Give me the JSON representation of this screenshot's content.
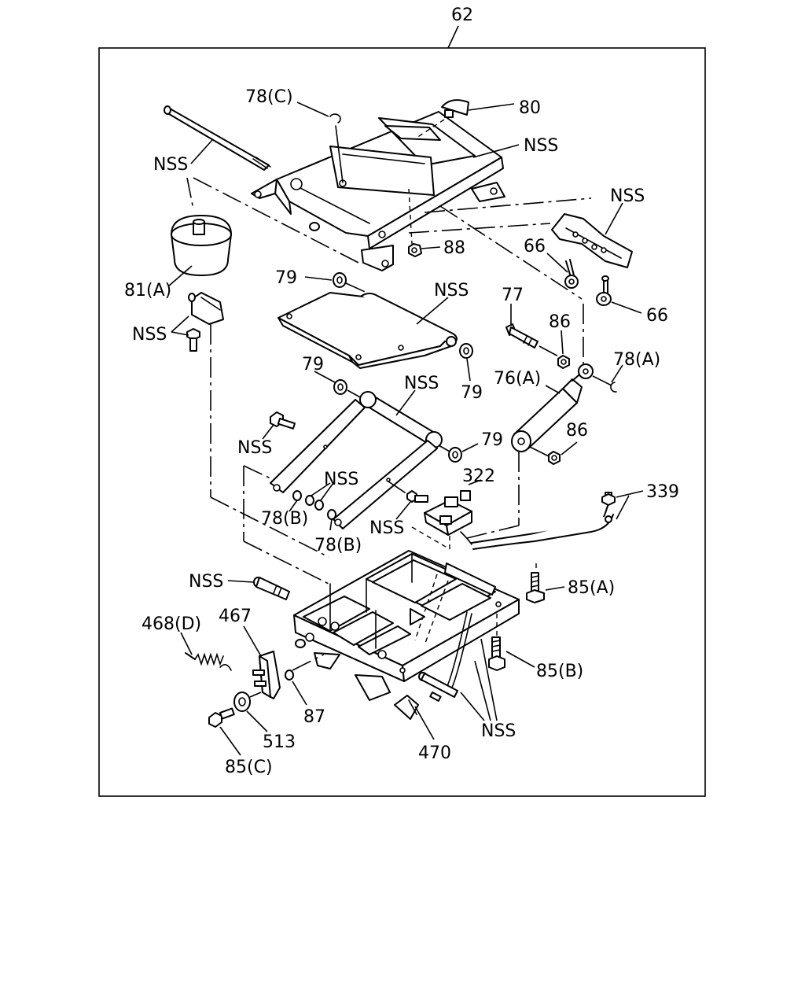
{
  "assembly_ref": "62",
  "labels": {
    "p78c": "78(C)",
    "p80": "80",
    "nss_top_right": "NSS",
    "nss_rod": "NSS",
    "nss_bracket_right": "NSS",
    "p88": "88",
    "p66_upper": "66",
    "p66_lower": "66",
    "p81a": "81(A)",
    "p79_top": "79",
    "nss_upper_arm": "NSS",
    "nss_clip": "NSS",
    "p77": "77",
    "p86_upper": "86",
    "p78a": "78(A)",
    "p79_left": "79",
    "p79_right_upper": "79",
    "nss_lower_arm": "NSS",
    "p76a": "76(A)",
    "p86_lower": "86",
    "nss_bolt_left": "NSS",
    "p79_right_lower": "79",
    "p322": "322",
    "p339": "339",
    "nss_small_parts": "NSS",
    "p78b_left": "78(B)",
    "p78b_right": "78(B)",
    "nss_valve": "NSS",
    "nss_pin": "NSS",
    "p85a": "85(A)",
    "p468d": "468(D)",
    "p467": "467",
    "p85b": "85(B)",
    "p87": "87",
    "p513": "513",
    "p85c": "85(C)",
    "p470": "470",
    "nss_bottom": "NSS"
  }
}
